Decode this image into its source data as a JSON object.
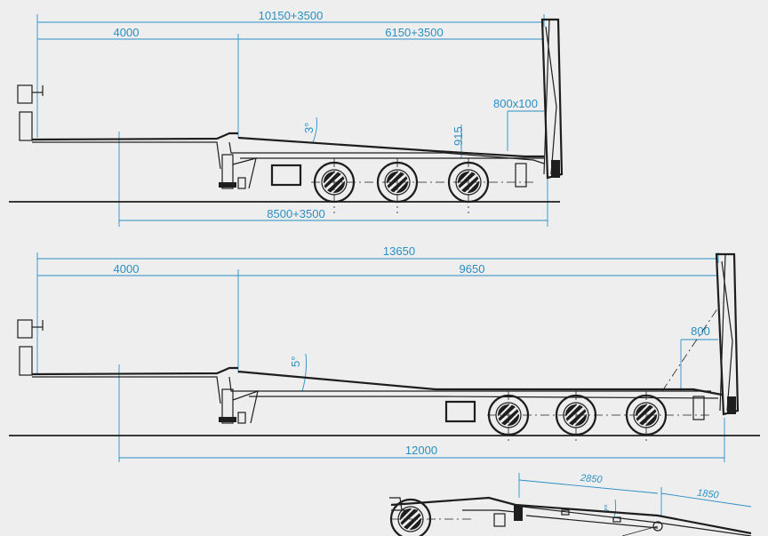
{
  "view_top": {
    "overall_length": "10150+3500",
    "gooseneck": "4000",
    "deck": "6150+3500",
    "deck_height": "915",
    "ramp": "800x100",
    "wheelbase": "8500+3500",
    "angle": "3°"
  },
  "view_middle": {
    "overall_length": "13650",
    "gooseneck": "4000",
    "deck": "9650",
    "ramp": "800",
    "wheelbase": "12000",
    "angle": "5°"
  },
  "view_bottom": {
    "ramp_length": "2850",
    "tail_length": "1850",
    "angle": "7°"
  },
  "colors": {
    "dimension": "#2a8fc4",
    "ink": "#1e1e1e",
    "background": "#eeeeee"
  }
}
